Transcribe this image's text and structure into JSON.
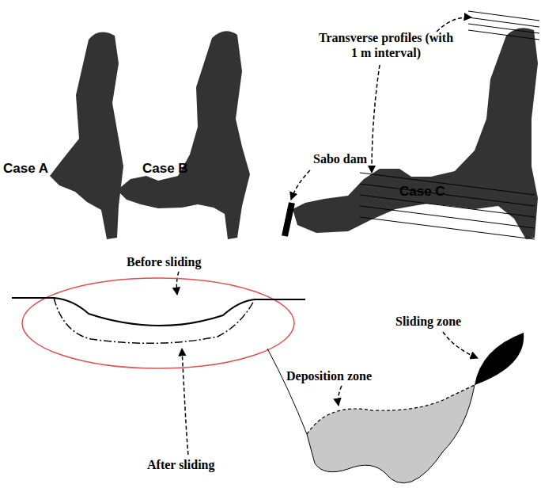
{
  "diagram": {
    "labels": [
      "Case A",
      "Case B",
      "Case C",
      "Transverse profiles (with 1 m interval)",
      "Sabo dam",
      "Sliding zone",
      "Before sliding",
      "Deposition zone",
      "After sliding"
    ]
  }
}
